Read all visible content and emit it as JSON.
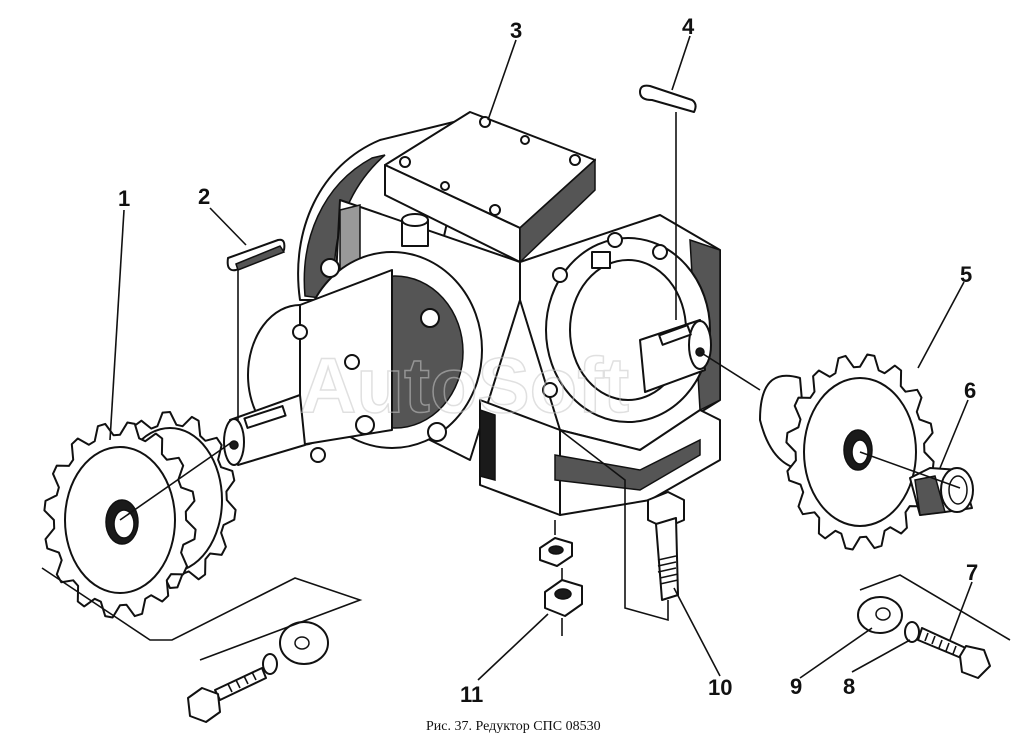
{
  "caption": "Рис. 37. Редуктор СПС 08530",
  "watermark": "AutoSoft",
  "part_numbers": [
    "1",
    "2",
    "3",
    "4",
    "5",
    "6",
    "7",
    "8",
    "9",
    "10",
    "11"
  ]
}
